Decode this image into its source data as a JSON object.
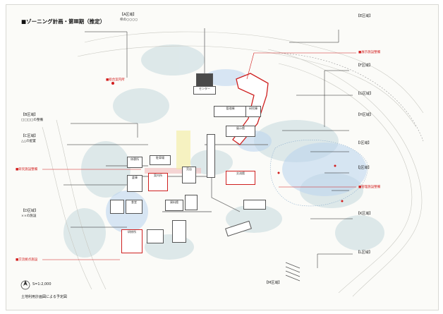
{
  "title": "■ゾーニング計画・第Ⅲ期（推定）",
  "colors": {
    "red": "#d21c1c",
    "blue": "#b9d4ee",
    "tree": "#d6e4e6",
    "path": "#7a7a7a",
    "building": "#ffffff"
  },
  "left_callouts": [
    {
      "text": "【A区域】"
    },
    {
      "text": "県の○○○○"
    },
    {
      "text": "【B区域】"
    },
    {
      "text": "□□□□の整備"
    },
    {
      "text": "【C区域】"
    },
    {
      "text": "△△の配置"
    },
    {
      "text": "【D区域】"
    },
    {
      "text": "××の施設"
    }
  ],
  "right_callouts": [
    {
      "text": "【E区域】"
    },
    {
      "text": "【F区域】"
    },
    {
      "text": "【G区域】"
    },
    {
      "text": "【H区域】"
    },
    {
      "text": "【I区域】"
    },
    {
      "text": "【J区域】"
    },
    {
      "text": "【K区域】"
    },
    {
      "text": "【L区域】"
    },
    {
      "text": "【M区域】"
    }
  ],
  "red_labels": [
    {
      "text": "■研究施設整備"
    },
    {
      "text": "■交流拠点施設"
    },
    {
      "text": "■展示施設整備"
    },
    {
      "text": "■管理施設整備"
    },
    {
      "text": "■総合案内所"
    }
  ],
  "buildings": [
    {
      "label": "センター"
    },
    {
      "label": "管理棟"
    },
    {
      "label": "研究棟"
    },
    {
      "label": "展示館"
    },
    {
      "label": "交流館"
    },
    {
      "label": "案内所"
    },
    {
      "label": "休憩所"
    },
    {
      "label": "駐車場"
    },
    {
      "label": "倉庫"
    },
    {
      "label": "売店"
    },
    {
      "label": "資料館"
    },
    {
      "label": "食堂"
    },
    {
      "label": "研修所"
    }
  ],
  "footer": {
    "scale": "S=1:2,000",
    "note": "土地利用計画図による予定図"
  }
}
